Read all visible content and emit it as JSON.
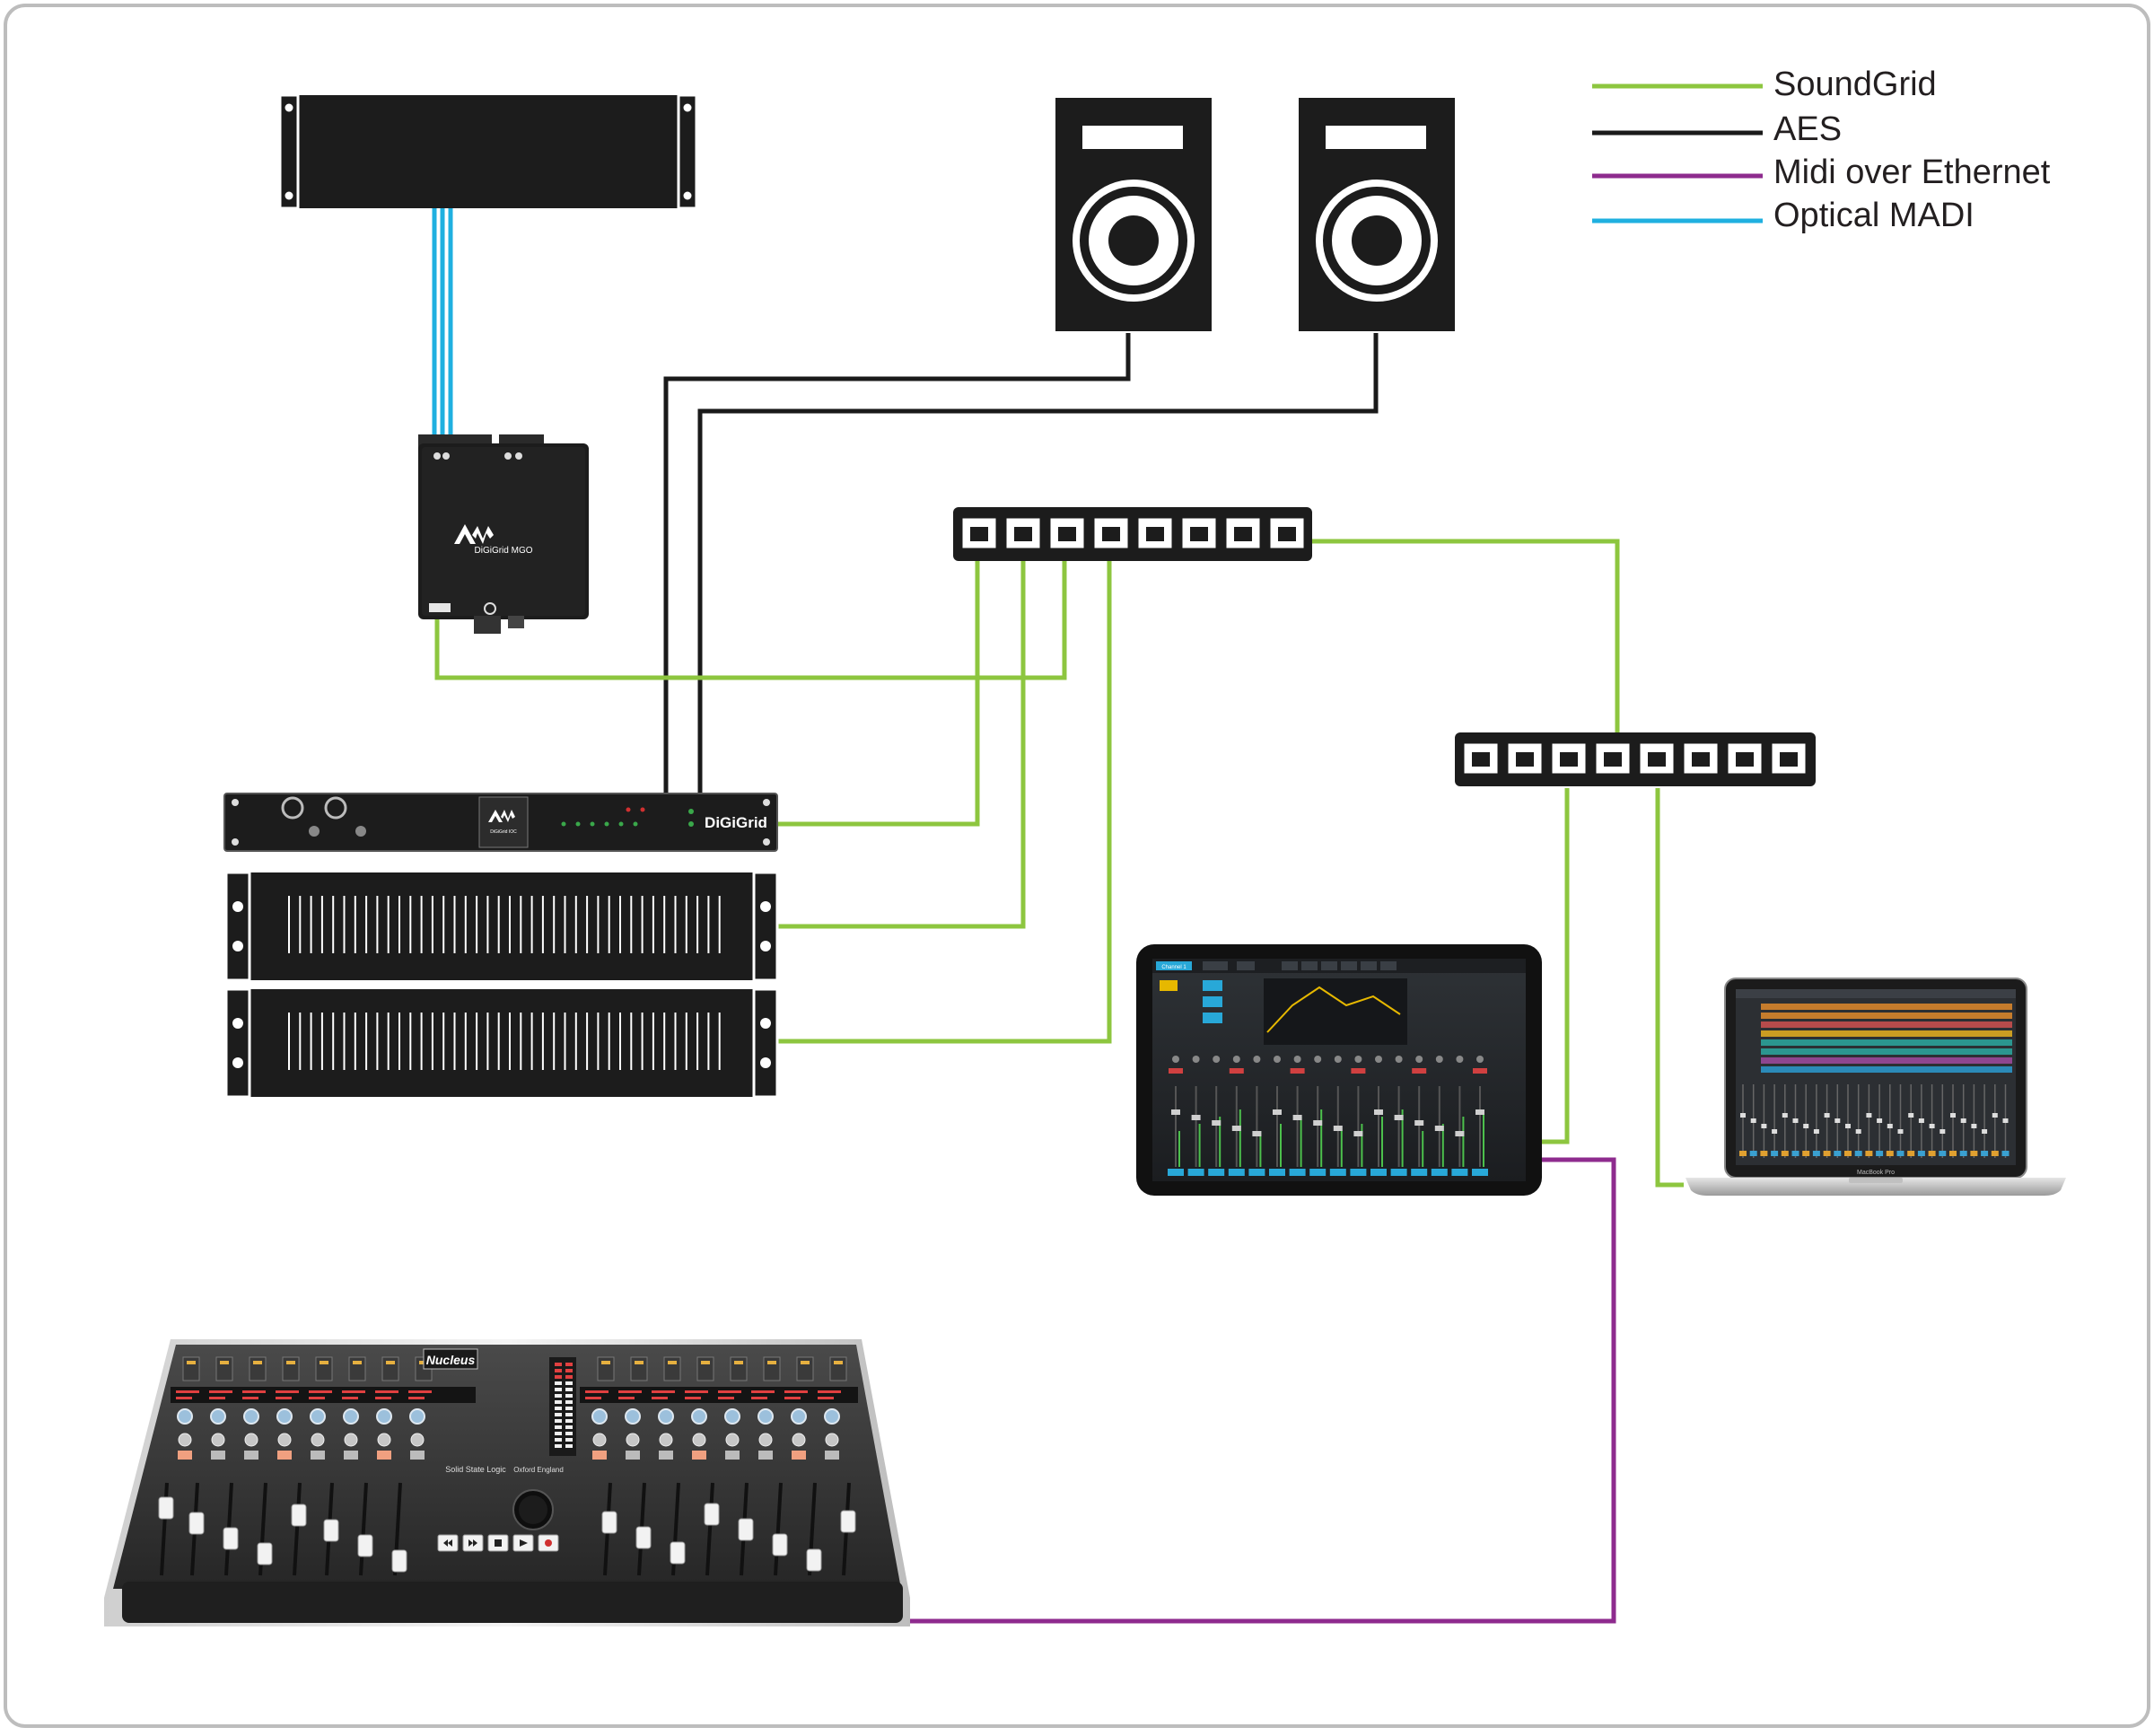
{
  "legend": {
    "items": [
      {
        "label": "SoundGrid",
        "color": "#8dc63f"
      },
      {
        "label": "AES",
        "color": "#1a1a1a"
      },
      {
        "label": "Midi over Ethernet",
        "color": "#8e2b8e"
      },
      {
        "label": "Optical MADI",
        "color": "#1fb0e0"
      }
    ]
  },
  "devices": {
    "mgo_brand": "DiGiGrid MGO",
    "ioc_brand": "DiGiGrid",
    "ioc_model": "DiGiGrid IOC",
    "laptop_label": "MacBook Pro",
    "console_brand": "Nucleus",
    "console_maker": "Solid State Logic",
    "console_origin": "Oxford England",
    "tablet_tab": "Channel 1"
  },
  "colors": {
    "soundgrid": "#8dc63f",
    "aes": "#1a1a1a",
    "midi": "#8e2b8e",
    "madi": "#1fb0e0",
    "device_dark": "#1c1c1c",
    "frame": "#bdbdbd"
  }
}
